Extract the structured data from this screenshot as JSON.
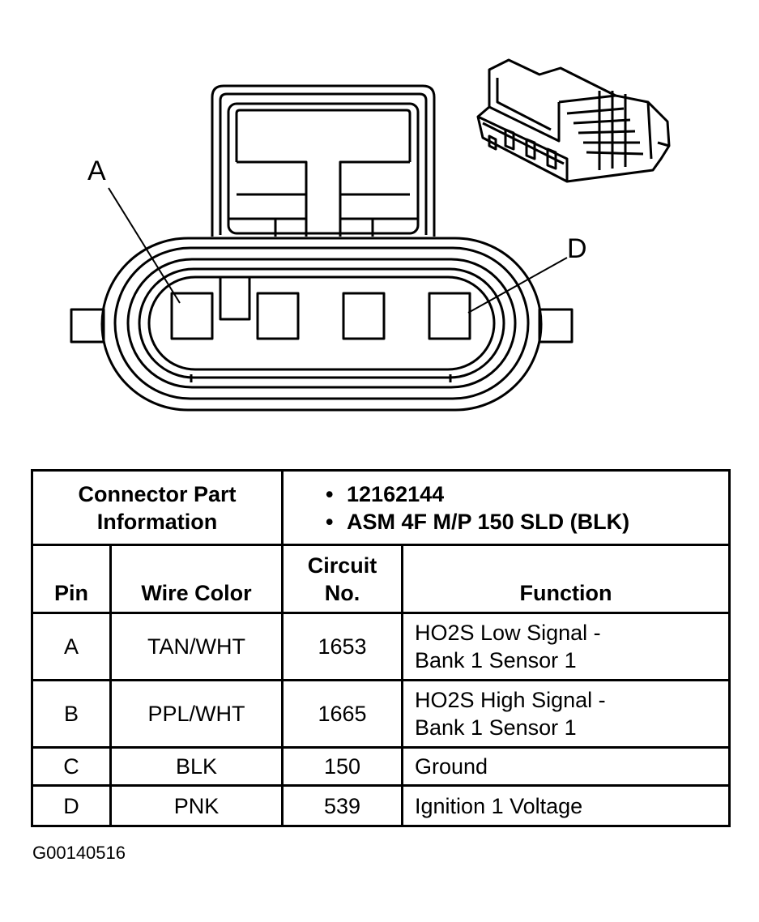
{
  "diagram": {
    "pin_labels": {
      "first": "A",
      "last": "D"
    }
  },
  "table": {
    "part_info_header": "Connector Part Information",
    "part_info_items": [
      "12162144",
      "ASM 4F M/P 150 SLD (BLK)"
    ],
    "columns": {
      "pin": "Pin",
      "wire_color": "Wire Color",
      "circuit_line1": "Circuit",
      "circuit_line2": "No.",
      "function": "Function"
    },
    "rows": [
      {
        "pin": "A",
        "wire_color": "TAN/WHT",
        "circuit": "1653",
        "function_line1": "HO2S Low Signal -",
        "function_line2": "Bank 1 Sensor 1"
      },
      {
        "pin": "B",
        "wire_color": "PPL/WHT",
        "circuit": "1665",
        "function_line1": "HO2S High Signal -",
        "function_line2": "Bank 1 Sensor 1"
      },
      {
        "pin": "C",
        "wire_color": "BLK",
        "circuit": "150",
        "function_line1": "Ground",
        "function_line2": ""
      },
      {
        "pin": "D",
        "wire_color": "PNK",
        "circuit": "539",
        "function_line1": "Ignition 1 Voltage",
        "function_line2": ""
      }
    ]
  },
  "figure_id": "G00140516"
}
